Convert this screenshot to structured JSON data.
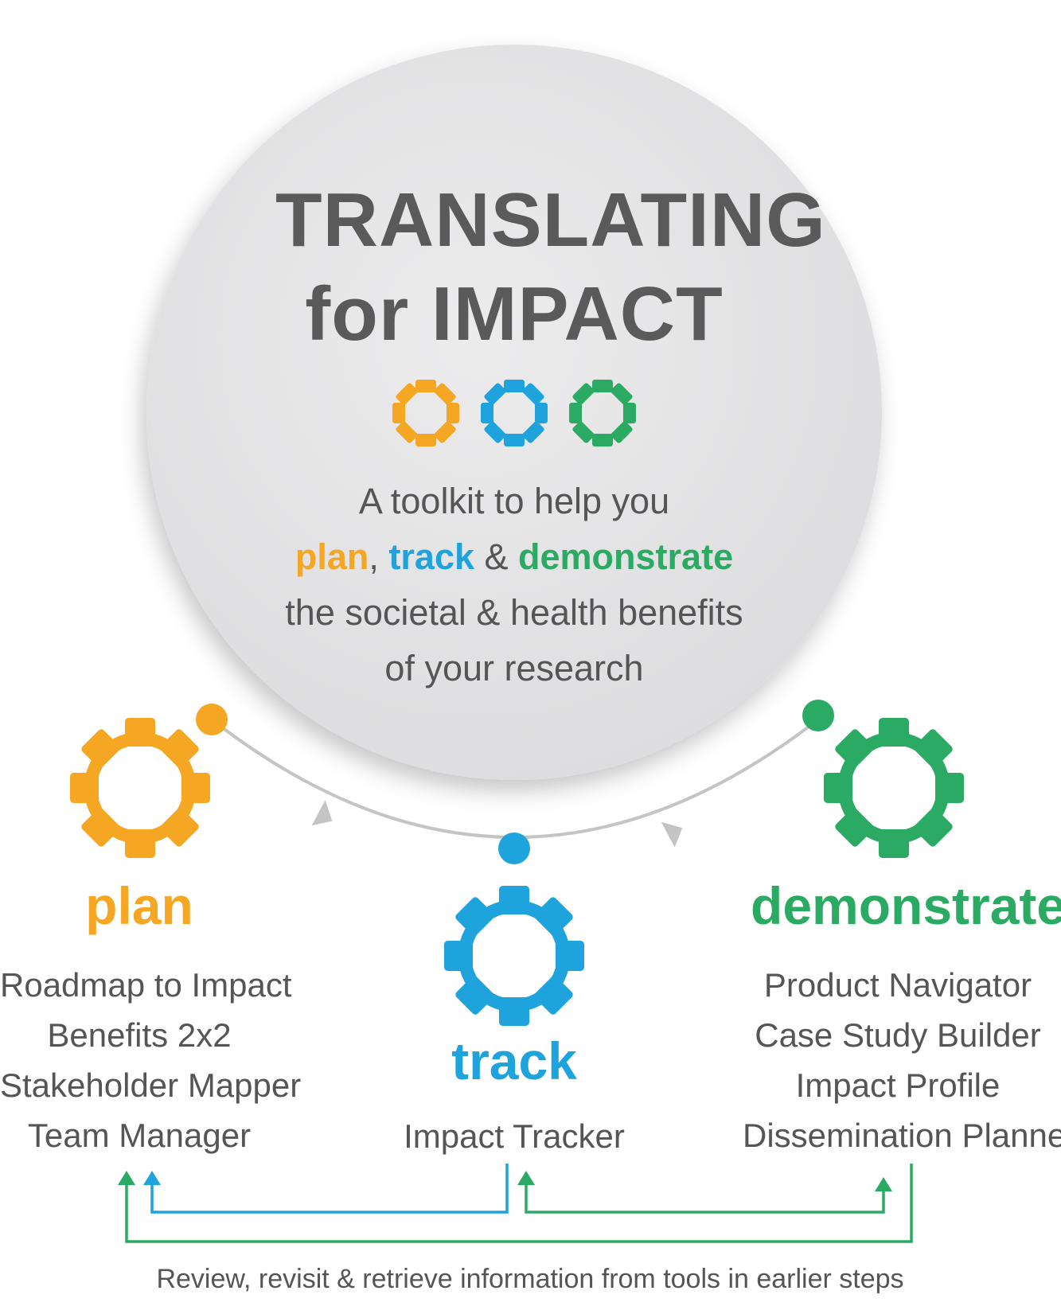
{
  "title": {
    "line1": "TRANSLATING",
    "line2": "for IMPACT"
  },
  "tagline": {
    "line1": "A toolkit to help you",
    "plan": "plan",
    "sep1": ", ",
    "track": "track",
    "sep2": " & ",
    "demonstrate": "demonstrate",
    "line3": "the societal & health benefits",
    "line4": "of your research"
  },
  "colors": {
    "plan": "#F5A623",
    "track": "#1EA3DC",
    "demonstrate": "#2BAA63",
    "text": "#555555",
    "circle": "#E6E6E7",
    "arc": "#C4C4C4"
  },
  "steps": {
    "plan": {
      "label": "plan",
      "tools": [
        "Roadmap to Impact",
        "Benefits 2x2",
        "Stakeholder Mapper",
        "Team Manager"
      ]
    },
    "track": {
      "label": "track",
      "tools": [
        "Impact Tracker"
      ]
    },
    "demonstrate": {
      "label": "demonstrate",
      "tools": [
        "Product Navigator",
        "Case Study Builder",
        "Impact Profile",
        "Dissemination Planner"
      ]
    }
  },
  "footnote": "Review, revisit & retrieve information from tools in earlier steps"
}
